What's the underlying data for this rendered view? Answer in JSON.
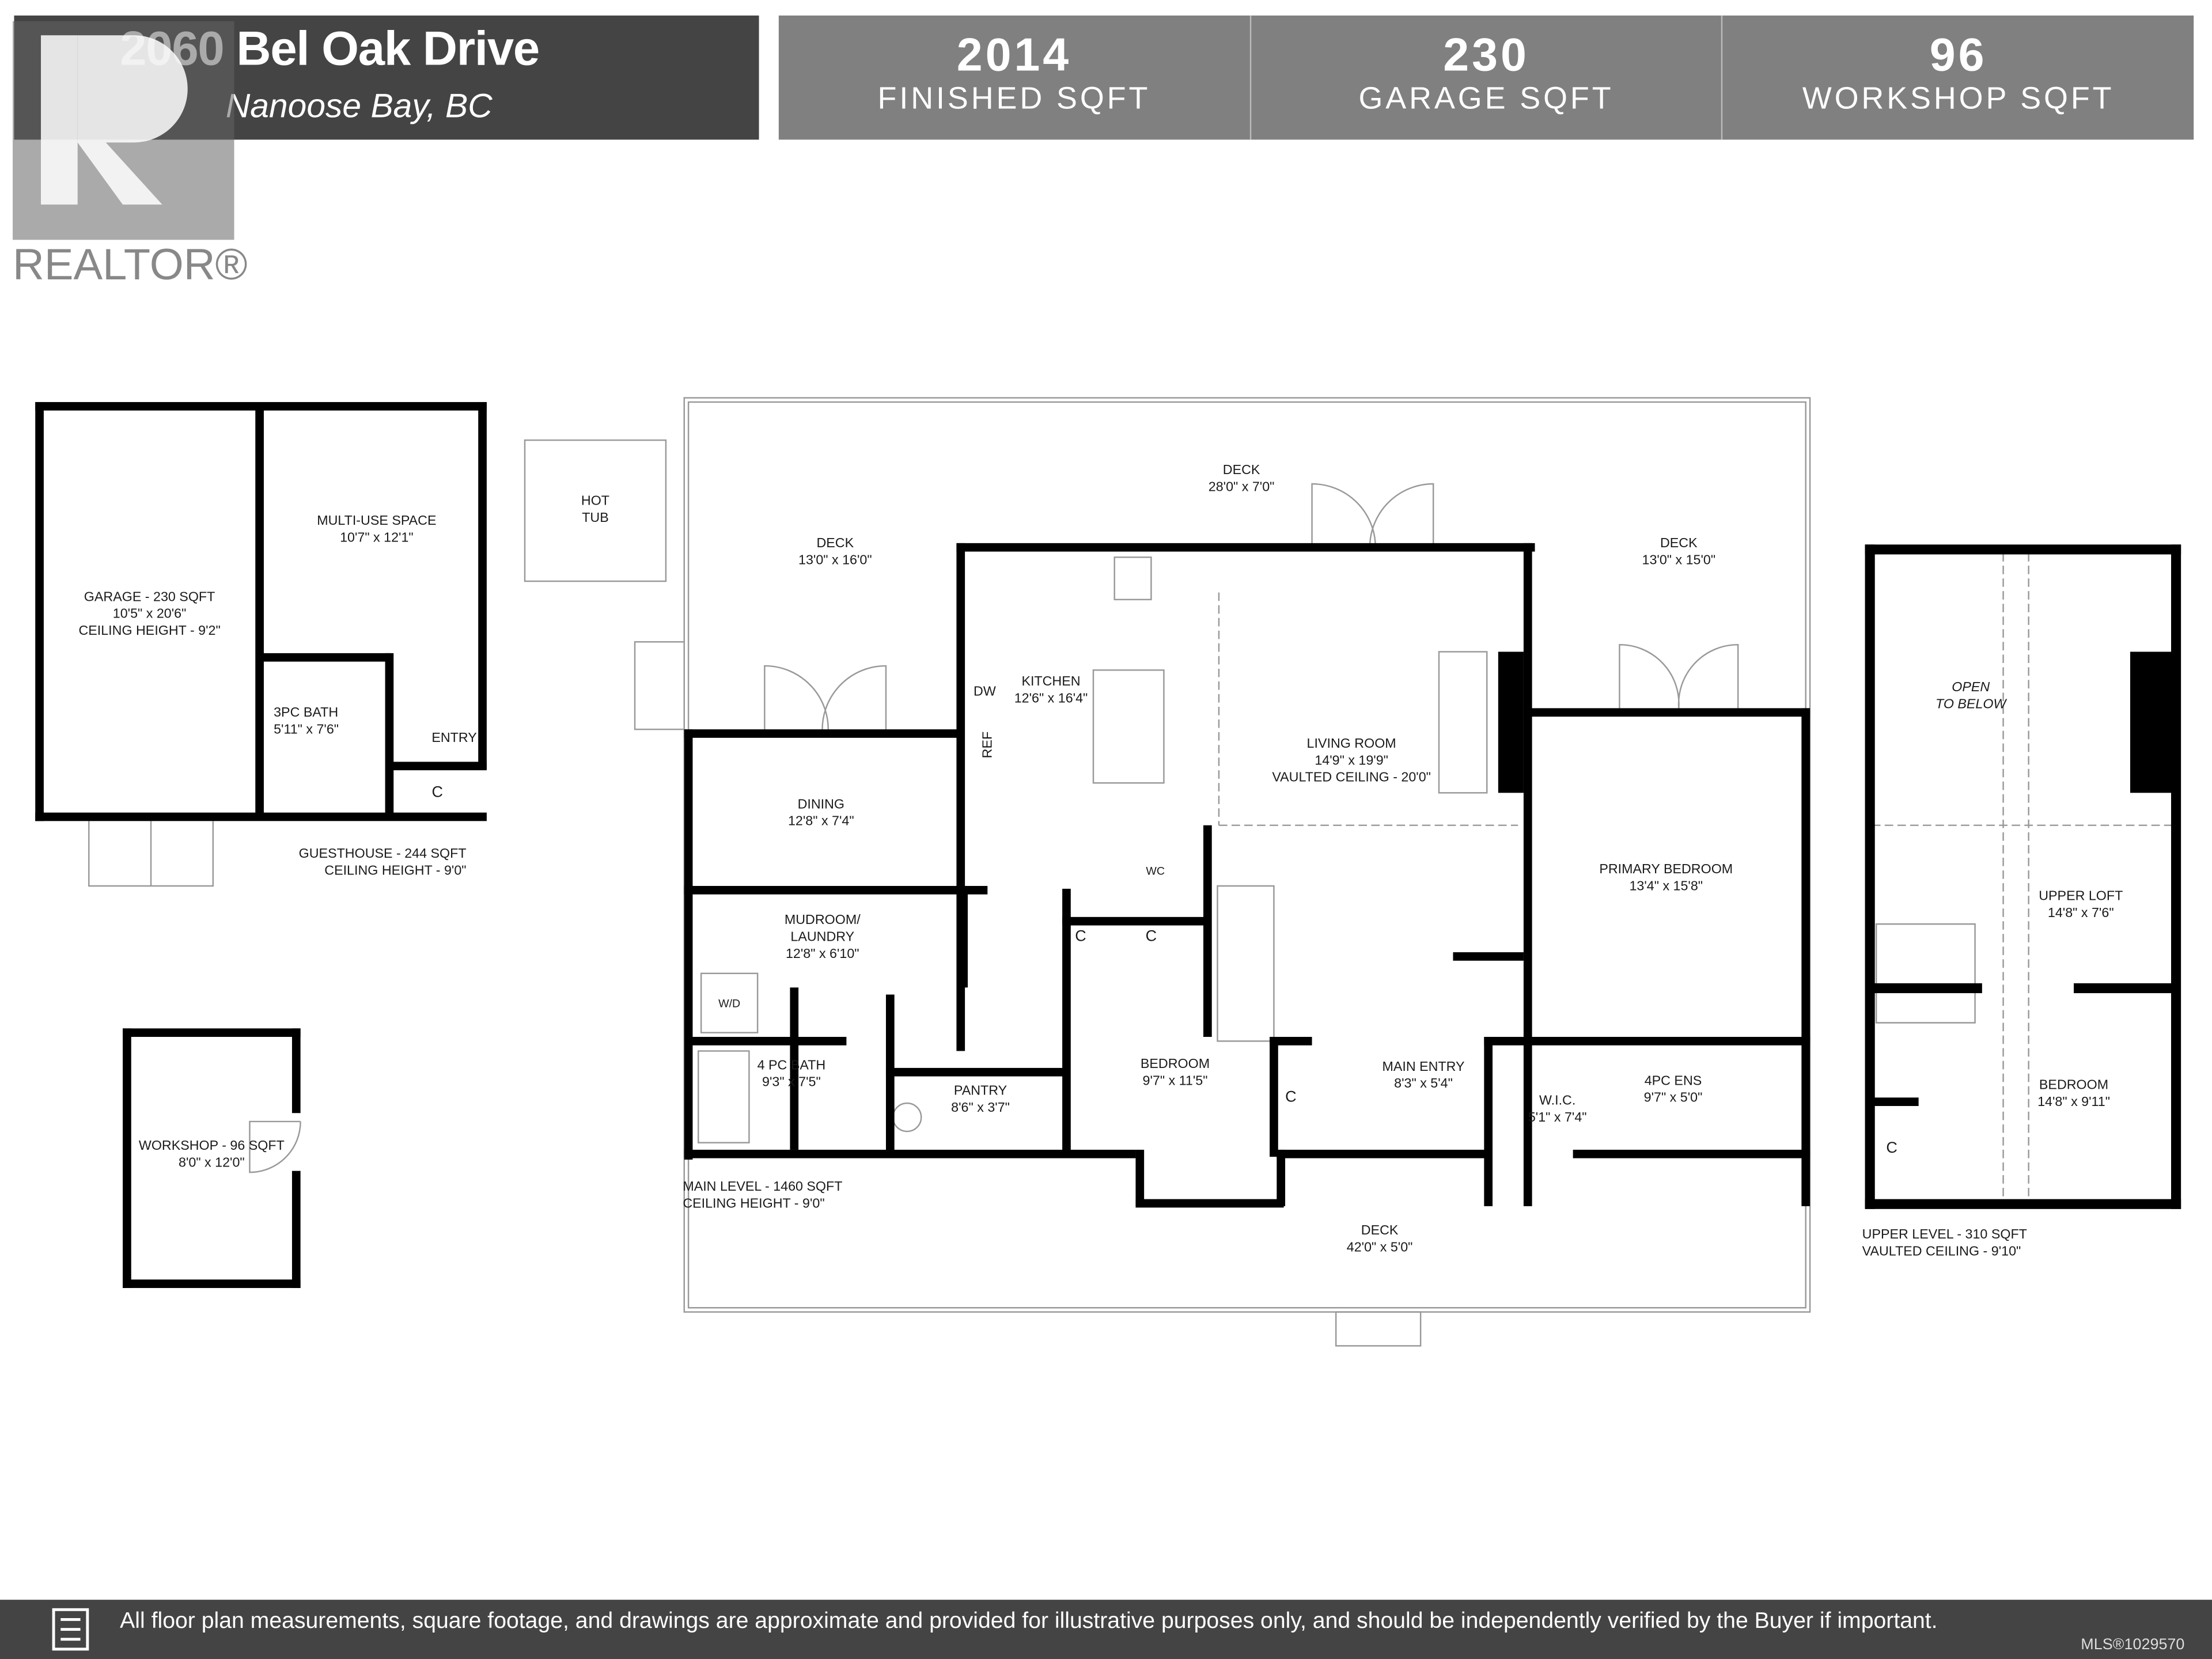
{
  "header": {
    "address": "2060 Bel Oak Drive",
    "city": "Nanoose Bay, BC",
    "stats": [
      {
        "value": "2014",
        "label": "FINISHED SQFT"
      },
      {
        "value": "230",
        "label": "GARAGE SQFT"
      },
      {
        "value": "96",
        "label": "WORKSHOP SQFT"
      }
    ]
  },
  "watermark": {
    "logo_text": "REALTOR®"
  },
  "guesthouse": {
    "garage": [
      "GARAGE - 230 SQFT",
      "10'5\" x 20'6\"",
      "CEILING HEIGHT - 9'2\""
    ],
    "multi_use": [
      "MULTI-USE SPACE",
      "10'7\" x 12'1\""
    ],
    "bath": [
      "3PC BATH",
      "5'11\" x 7'6\""
    ],
    "entry": "ENTRY",
    "closet": "C",
    "summary": [
      "GUESTHOUSE - 244 SQFT",
      "CEILING HEIGHT - 9'0\""
    ]
  },
  "workshop": [
    "WORKSHOP - 96 SQFT",
    "8'0\" x 12'0\""
  ],
  "hot_tub": [
    "HOT",
    "TUB"
  ],
  "main_level": {
    "deck_top": [
      "DECK",
      "28'0\" x 7'0\""
    ],
    "deck_left": [
      "DECK",
      "13'0\" x 16'0\""
    ],
    "deck_right": [
      "DECK",
      "13'0\" x 15'0\""
    ],
    "deck_bottom": [
      "DECK",
      "42'0\" x 5'0\""
    ],
    "kitchen": [
      "KITCHEN",
      "12'6\" x 16'4\""
    ],
    "dw": "DW",
    "ref": "REF",
    "living": [
      "LIVING ROOM",
      "14'9\" x 19'9\"",
      "VAULTED CEILING - 20'0\""
    ],
    "dining": [
      "DINING",
      "12'8\" x 7'4\""
    ],
    "mudroom": [
      "MUDROOM/",
      "LAUNDRY",
      "12'8\" x 6'10\""
    ],
    "wd": "W/D",
    "wc": "WC",
    "closet": "C",
    "bath": [
      "4 PC BATH",
      "9'3\" x 7'5\""
    ],
    "pantry": [
      "PANTRY",
      "8'6\" x 3'7\""
    ],
    "bedroom": [
      "BEDROOM",
      "9'7\" x 11'5\""
    ],
    "main_entry": [
      "MAIN ENTRY",
      "8'3\" x 5'4\""
    ],
    "primary": [
      "PRIMARY BEDROOM",
      "13'4\" x 15'8\""
    ],
    "wic": [
      "W.I.C.",
      "5'1\" x 7'4\""
    ],
    "ensuite": [
      "4PC ENS",
      "9'7\" x 5'0\""
    ],
    "summary": [
      "MAIN LEVEL - 1460 SQFT",
      "CEILING HEIGHT - 9'0\""
    ]
  },
  "upper_level": {
    "open": [
      "OPEN",
      "TO BELOW"
    ],
    "loft": [
      "UPPER LOFT",
      "14'8\" x 7'6\""
    ],
    "bedroom": [
      "BEDROOM",
      "14'8\" x 9'11\""
    ],
    "closet": "C",
    "summary": [
      "UPPER LEVEL - 310 SQFT",
      "VAULTED CEILING - 9'10\""
    ]
  },
  "footer": {
    "icon": "document-icon",
    "disclaimer": "All floor plan measurements, square footage, and drawings are approximate and provided for illustrative purposes only, and should be independently verified by the Buyer if important.",
    "mls": "MLS®1029570"
  },
  "colors": {
    "header_dark": "#444444",
    "header_grey": "#808080",
    "wall": "#000000"
  }
}
